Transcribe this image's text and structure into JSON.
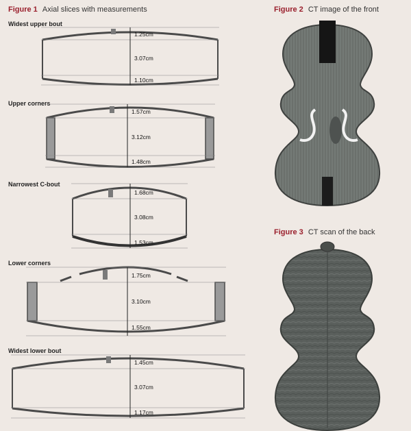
{
  "figure1": {
    "number": "Figure 1",
    "caption": "Axial slices with measurements",
    "slices": [
      {
        "label": "Widest upper bout",
        "measurements": [
          "1.25cm",
          "3.07cm",
          "1.10cm"
        ]
      },
      {
        "label": "Upper corners",
        "measurements": [
          "1.57cm",
          "3.12cm",
          "1.48cm"
        ]
      },
      {
        "label": "Narrowest C-bout",
        "measurements": [
          "1.68cm",
          "3.08cm",
          "1.53cm"
        ]
      },
      {
        "label": "Lower corners",
        "measurements": [
          "1.75cm",
          "3.10cm",
          "1.55cm"
        ]
      },
      {
        "label": "Widest lower bout",
        "measurements": [
          "1.45cm",
          "3.07cm",
          "1.17cm"
        ]
      }
    ]
  },
  "figure2": {
    "number": "Figure 2",
    "caption": "CT image of the front"
  },
  "figure3": {
    "number": "Figure 3",
    "caption": "CT scan of the back"
  },
  "colors": {
    "caption_red": "#9a1f2c",
    "background": "#efe9e4",
    "slice_outline": "#4a4a4a",
    "ct_front": "#6f7470",
    "ct_back": "#5a5f5c"
  }
}
